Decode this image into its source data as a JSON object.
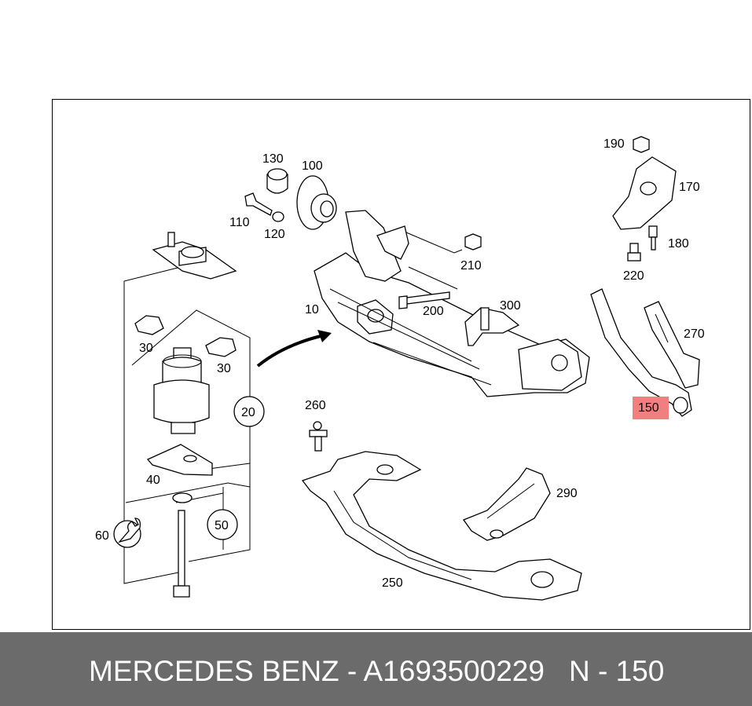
{
  "diagram": {
    "labels": {
      "p10": "10",
      "p20": "20",
      "p30a": "30",
      "p30b": "30",
      "p40": "40",
      "p50": "50",
      "p60": "60",
      "p100": "100",
      "p110": "110",
      "p120": "120",
      "p130": "130",
      "p150": "150",
      "p170": "170",
      "p180": "180",
      "p190": "190",
      "p200": "200",
      "p210": "210",
      "p220": "220",
      "p250": "250",
      "p260": "260",
      "p270": "270",
      "p290": "290",
      "p300": "300"
    },
    "highlight_color": "#f08080"
  },
  "footer": {
    "brand_part": "MERCEDES BENZ - A1693500229",
    "position": "N - 150"
  }
}
